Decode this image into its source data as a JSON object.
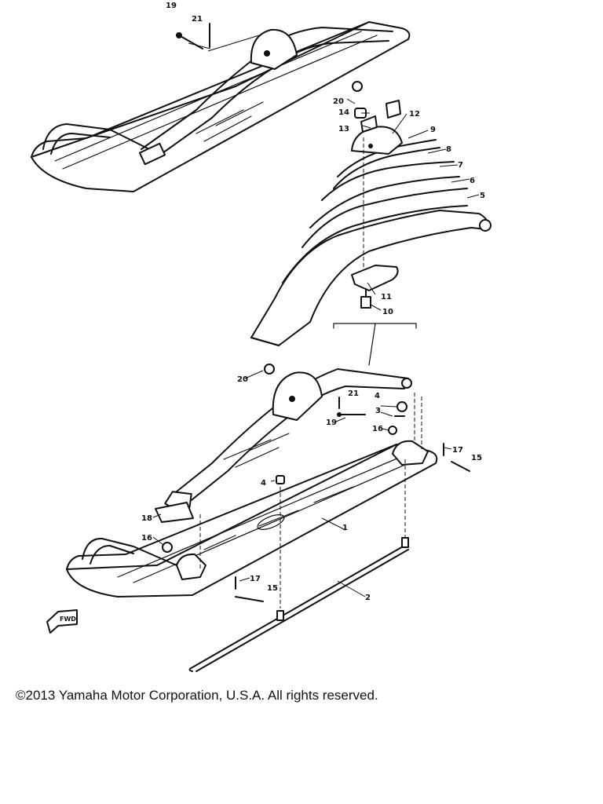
{
  "callouts": {
    "c1": "1",
    "c2": "2",
    "c4a": "4",
    "c4b": "4",
    "c5": "5",
    "c6": "6",
    "c7": "7",
    "c8": "8",
    "c9": "9",
    "c10": "10",
    "c11": "11",
    "c12": "12",
    "c13": "13",
    "c14": "14",
    "c15a": "15",
    "c15b": "15",
    "c16a": "16",
    "c16b": "16",
    "c17a": "17",
    "c17b": "17",
    "c18": "18",
    "c19a": "19",
    "c19b": "19",
    "c20a": "20",
    "c20b": "20",
    "c21a": "21",
    "c21b": "21",
    "fwd": "FWD"
  },
  "footer": {
    "copyright": "©2013 Yamaha Motor Corporation, U.S.A. All rights reserved."
  }
}
